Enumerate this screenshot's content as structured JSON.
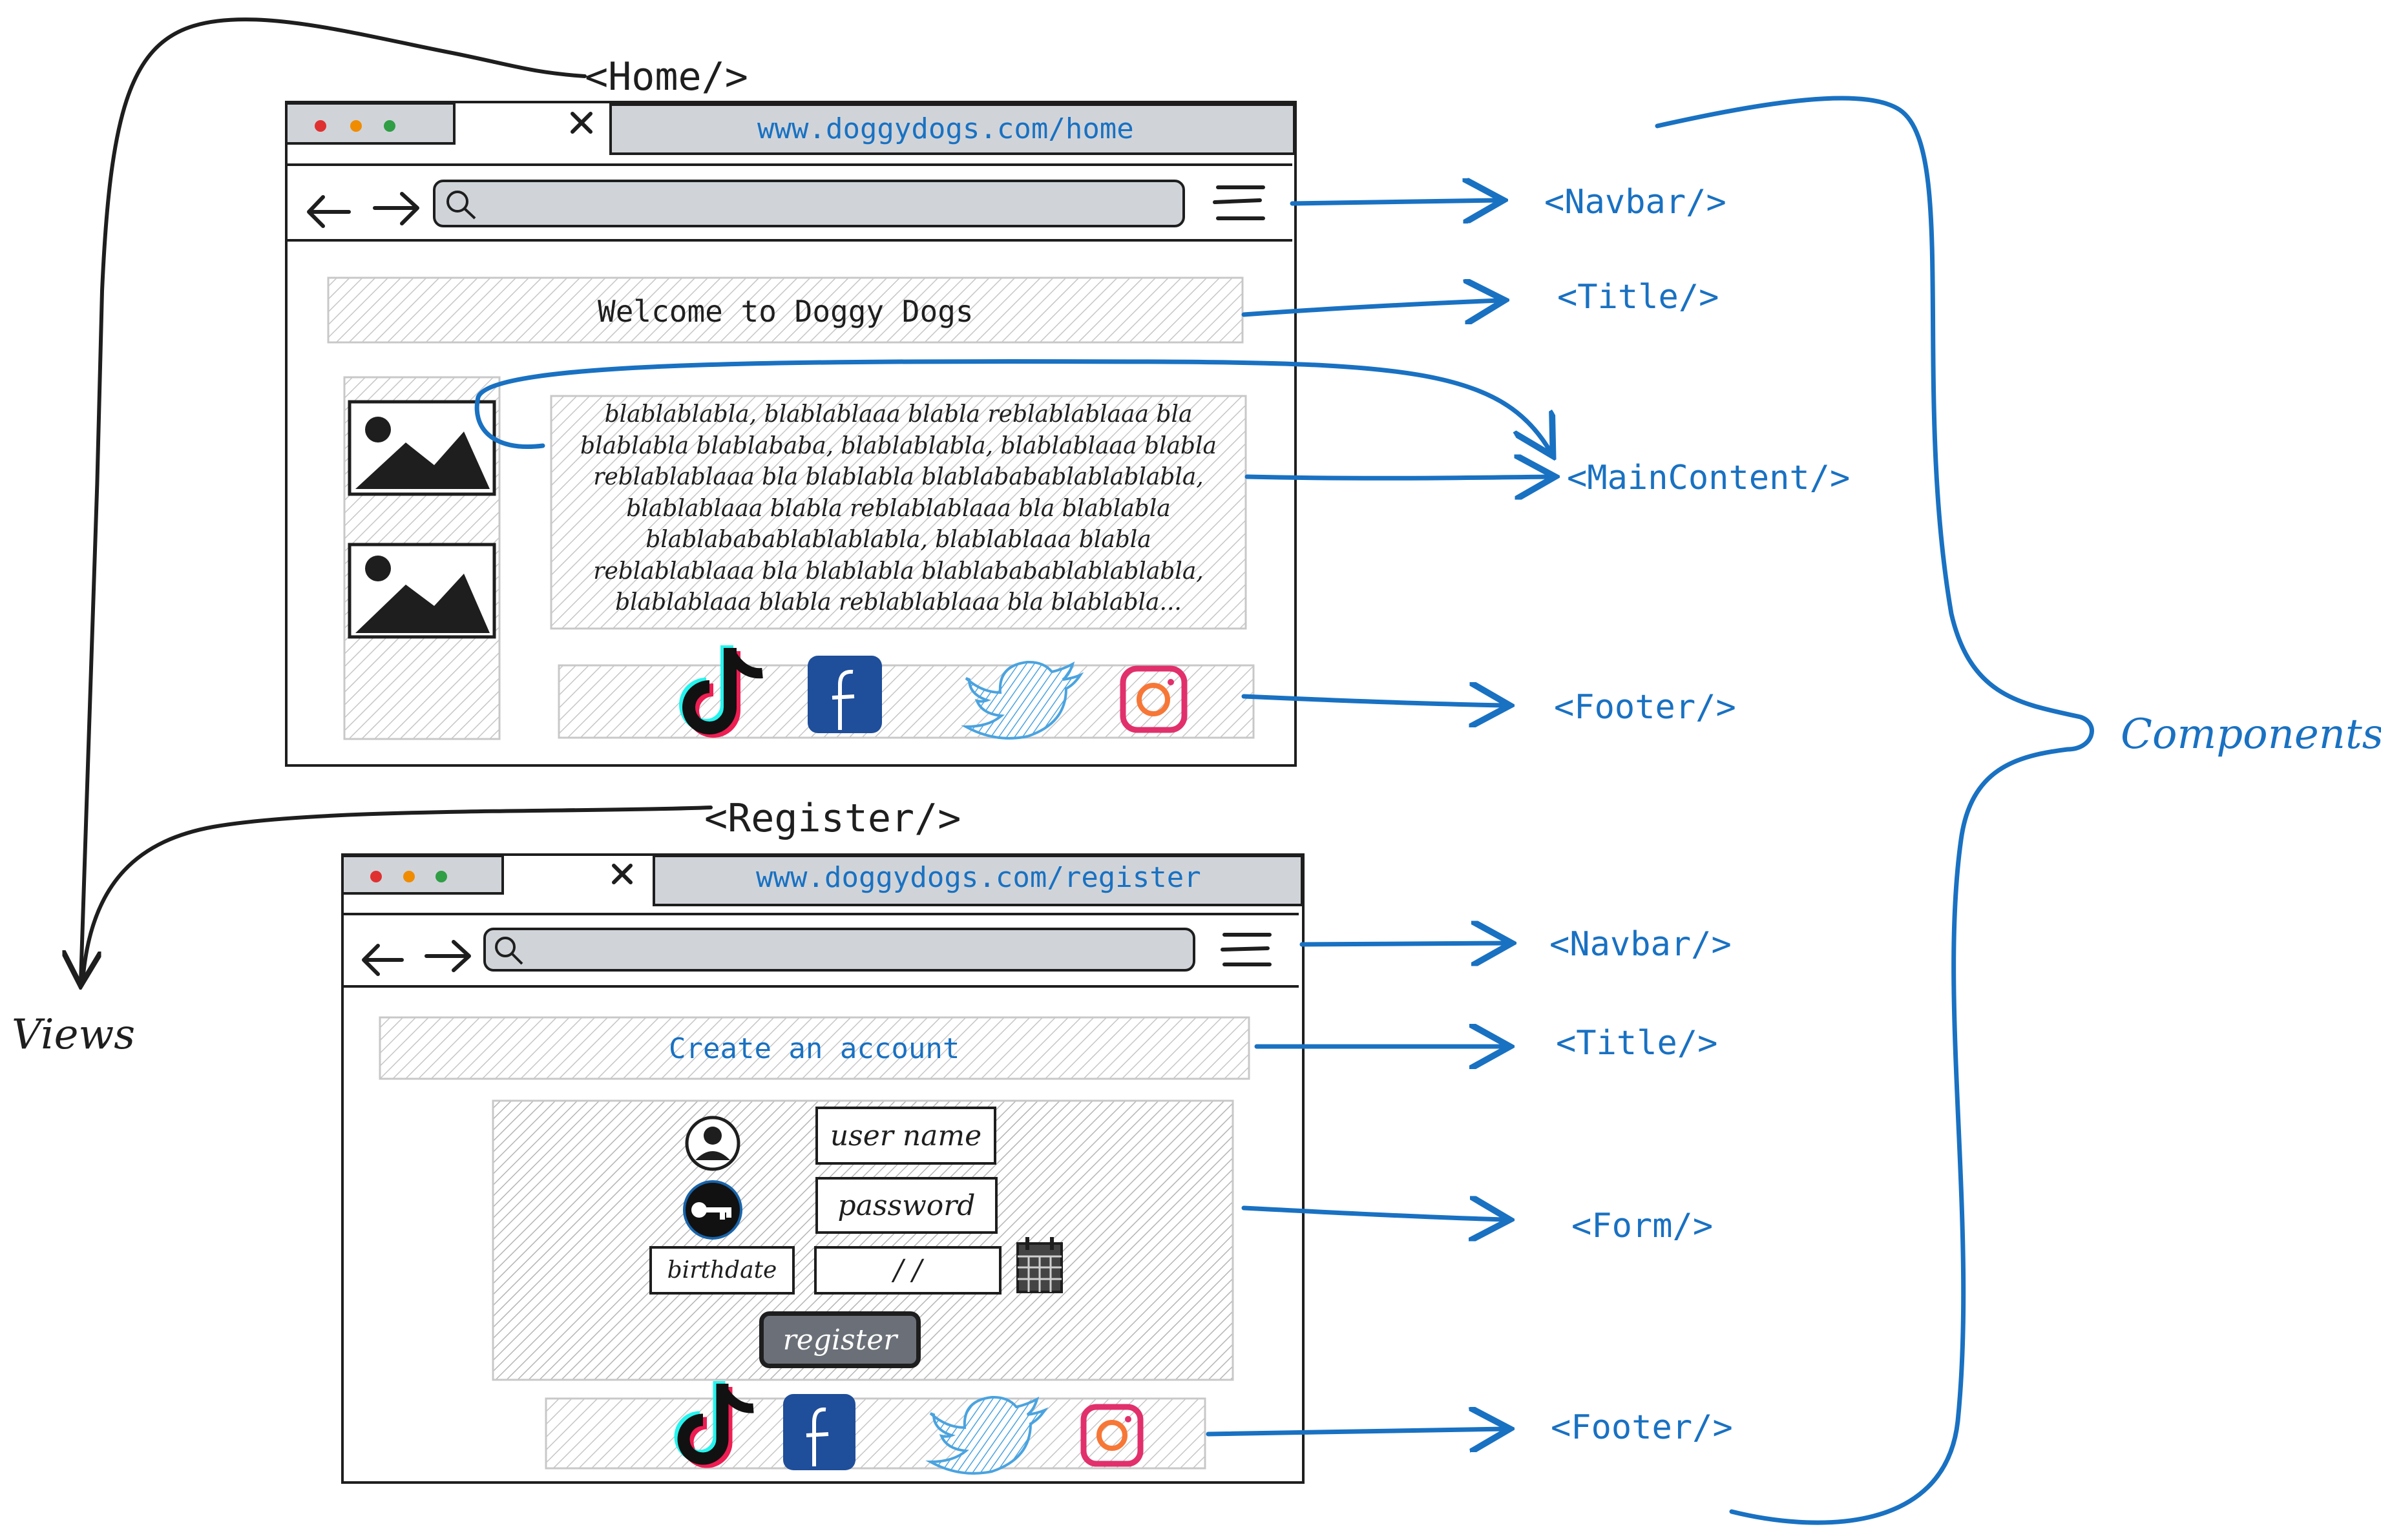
{
  "views_label": "Views",
  "components_label": "Components",
  "home": {
    "view_label": "<Home/>",
    "url": "www.doggydogs.com/home",
    "title": "Welcome to Doggy Dogs",
    "main_text": "blablablabla, blablablaaa blabla reblablablaaa bla\nblablabla blablababa, blablablabla, blablablaaa blabla\nreblablablaaa bla blablabla blablababablablablabla,\nblablablaaa blabla reblablablaaa bla blablabla\nblablababablablablabla, blablablaaa blabla\nreblablablaaa bla blablabla blablababablablablabla,\nblablablaaa blabla reblablablaaa bla blablabla...",
    "components": [
      "<Navbar/>",
      "<Title/>",
      "<MainContent/>",
      "<Footer/>"
    ]
  },
  "register": {
    "view_label": "<Register/>",
    "url": "www.doggydogs.com/register",
    "title": "Create an account",
    "form": {
      "username": "user name",
      "password": "password",
      "birthdate_label": "birthdate",
      "birthdate_value": "/ /",
      "button": "register"
    },
    "components": [
      "<Navbar/>",
      "<Title/>",
      "<Form/>",
      "<Footer/>"
    ]
  },
  "colors": {
    "accent": "#1971c2",
    "ink": "#1e1e1e",
    "hatch": "#c8c8c8",
    "toolbar": "#d0d4d9"
  },
  "icons": [
    "tiktok-icon",
    "facebook-icon",
    "twitter-icon",
    "instagram-icon",
    "user-icon",
    "key-icon",
    "calendar-icon",
    "image-icon",
    "search-icon",
    "hamburger-icon"
  ]
}
